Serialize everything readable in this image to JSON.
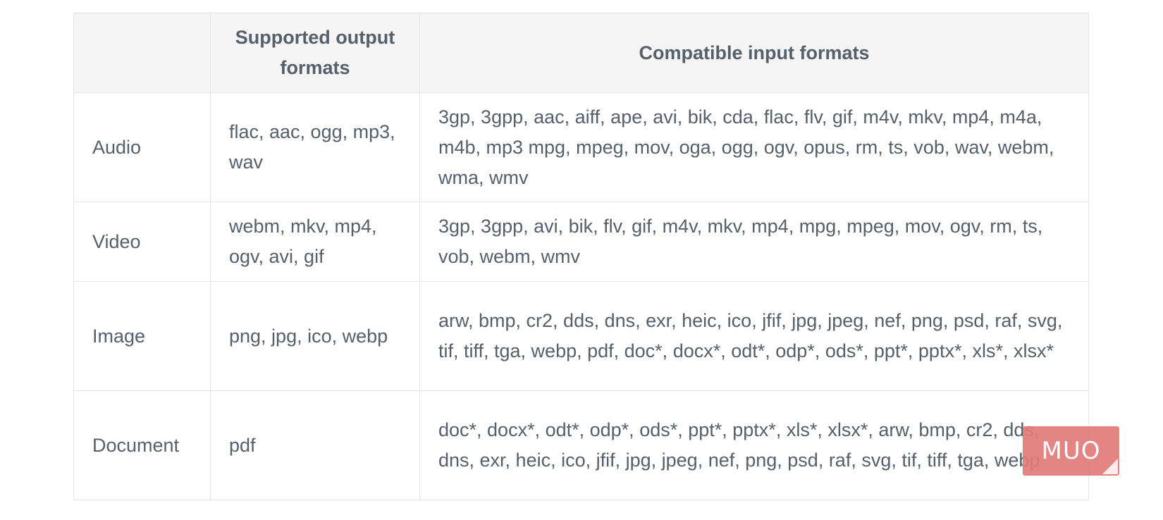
{
  "table": {
    "headers": [
      "",
      "Supported output formats",
      "Compatible input formats"
    ],
    "rows": [
      {
        "category": "Audio",
        "output": "flac, aac, ogg, mp3, wav",
        "input": "3gp, 3gpp, aac, aiff, ape, avi, bik, cda, flac, flv, gif, m4v, mkv, mp4, m4a, m4b, mp3 mpg, mpeg, mov, oga, ogg, ogv, opus, rm, ts, vob, wav, webm, wma, wmv"
      },
      {
        "category": "Video",
        "output": "webm, mkv, mp4, ogv, avi, gif",
        "input": "3gp, 3gpp, avi, bik, flv, gif, m4v, mkv, mp4, mpg, mpeg, mov, ogv, rm, ts, vob, webm, wmv"
      },
      {
        "category": "Image",
        "output": "png, jpg, ico, webp",
        "input": "arw, bmp, cr2, dds, dns, exr, heic, ico, jfif, jpg, jpeg, nef, png, psd, raf, svg, tif, tiff, tga, webp, pdf, doc*, docx*, odt*, odp*, ods*, ppt*, pptx*, xls*, xlsx*"
      },
      {
        "category": "Document",
        "output": "pdf",
        "input": "doc*, docx*, odt*, odp*, ods*, ppt*, pptx*, xls*, xlsx*, arw, bmp, cr2, dds, dns, exr, heic, ico, jfif, jpg, jpeg, nef, png, psd, raf, svg, tif, tiff, tga, webp"
      }
    ]
  },
  "watermark": {
    "text": "MUO",
    "color": "#e27b79"
  }
}
